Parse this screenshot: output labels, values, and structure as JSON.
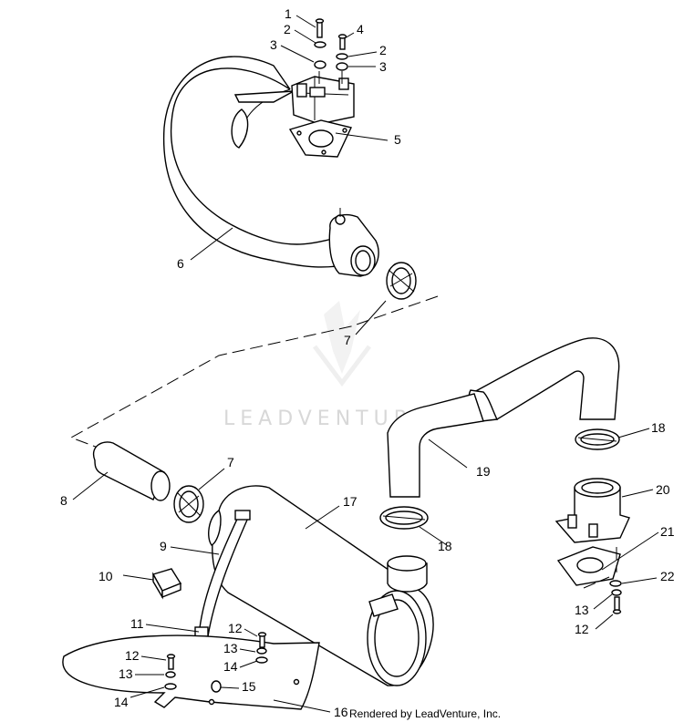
{
  "watermark": {
    "text": "LEADVENTURE"
  },
  "credit": {
    "text": "Rendered by LeadVenture, Inc."
  },
  "callouts": [
    {
      "id": "c1a",
      "label": "1"
    },
    {
      "id": "c2a",
      "label": "2"
    },
    {
      "id": "c3a",
      "label": "3"
    },
    {
      "id": "c4",
      "label": "4"
    },
    {
      "id": "c2b",
      "label": "2"
    },
    {
      "id": "c3b",
      "label": "3"
    },
    {
      "id": "c5",
      "label": "5"
    },
    {
      "id": "c6",
      "label": "6"
    },
    {
      "id": "c7a",
      "label": "7"
    },
    {
      "id": "c7b",
      "label": "7"
    },
    {
      "id": "c8",
      "label": "8"
    },
    {
      "id": "c9",
      "label": "9"
    },
    {
      "id": "c10",
      "label": "10"
    },
    {
      "id": "c11",
      "label": "11"
    },
    {
      "id": "c12a",
      "label": "12"
    },
    {
      "id": "c12b",
      "label": "12"
    },
    {
      "id": "c13a",
      "label": "13"
    },
    {
      "id": "c13b",
      "label": "13"
    },
    {
      "id": "c14a",
      "label": "14"
    },
    {
      "id": "c14b",
      "label": "14"
    },
    {
      "id": "c15",
      "label": "15"
    },
    {
      "id": "c16",
      "label": "16"
    },
    {
      "id": "c17",
      "label": "17"
    },
    {
      "id": "c18a",
      "label": "18"
    },
    {
      "id": "c18b",
      "label": "18"
    },
    {
      "id": "c19",
      "label": "19"
    },
    {
      "id": "c20",
      "label": "20"
    },
    {
      "id": "c21",
      "label": "21"
    },
    {
      "id": "c22",
      "label": "22"
    },
    {
      "id": "c13c",
      "label": "13"
    },
    {
      "id": "c12c",
      "label": "12"
    }
  ]
}
